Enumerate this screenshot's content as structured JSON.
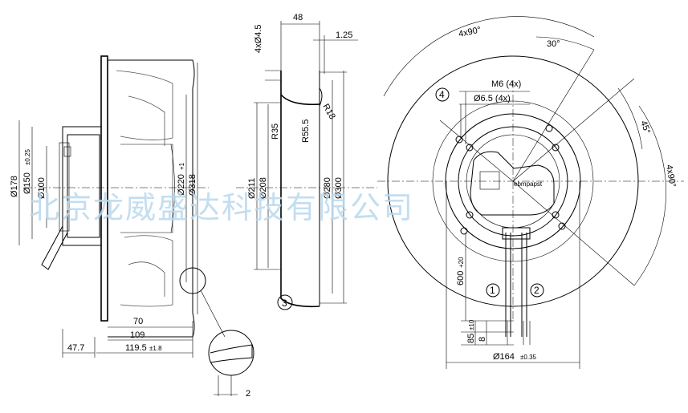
{
  "watermark": "北京龙威盛达科技有限公司",
  "side_view": {
    "dims_vertical": [
      "Ø178",
      "Ø150",
      "±0.25",
      "Ø100",
      "Ø220",
      "+1",
      "Ø318"
    ],
    "dims_horizontal": [
      "70",
      "109",
      "47.7",
      "119.5",
      "±1.8",
      "2"
    ]
  },
  "profile_view": {
    "dims": [
      "48",
      "1.25",
      "4xØ4.5",
      "R35",
      "R55.5",
      "R18",
      "Ø211",
      "Ø208",
      "Ø280",
      "Ø300"
    ],
    "bubble": "3"
  },
  "front_view": {
    "dims": [
      "4x90°",
      "30°",
      "M6 (4x)",
      "Ø6.5 (4x)",
      "45°",
      "4x90°",
      "600",
      "+20",
      "85",
      "±10",
      "8",
      "Ø164",
      "±0.35"
    ],
    "bubbles": [
      "4",
      "1",
      "2"
    ],
    "label_text": "ebmpapst"
  }
}
